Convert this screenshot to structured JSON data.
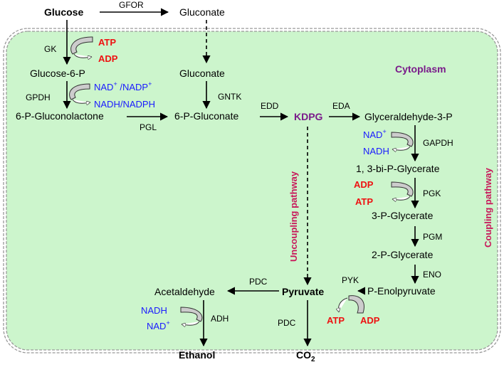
{
  "compartment": "Cytoplasm",
  "metabolites": {
    "glucose": "Glucose",
    "gluconate_out": "Gluconate",
    "gluconate_in": "Gluconate",
    "glucose6p": "Glucose-6-P",
    "gluconolactone": "6-P-Gluconolactone",
    "gluconate6p": "6-P-Gluconate",
    "kdpg": "KDPG",
    "g3p": "Glyceraldehyde-3-P",
    "bpg": "1, 3-bi-P-Glycerate",
    "pg3": "3-P-Glycerate",
    "pg2": "2-P-Glycerate",
    "pep": "P-Enolpyruvate",
    "pyruvate": "Pyruvate",
    "acetaldehyde": "Acetaldehyde",
    "ethanol": "Ethanol",
    "co2": "CO",
    "co2_sub": "2"
  },
  "enzymes": {
    "gfor": "GFOR",
    "gk": "GK",
    "gpdh": "GPDH",
    "pgl": "PGL",
    "gntk": "GNTK",
    "edd": "EDD",
    "eda": "EDA",
    "gapdh": "GAPDH",
    "pgk": "PGK",
    "pgm": "PGM",
    "eno": "ENO",
    "pyk": "PYK",
    "pdc1": "PDC",
    "pdc2": "PDC",
    "adh": "ADH"
  },
  "cofactors": {
    "gk_in": "ATP",
    "gk_out": "ADP",
    "gpdh_in_a": "NAD",
    "gpdh_in_sep": " /NADP",
    "gpdh_plus_1": "+",
    "gpdh_plus_2": "+",
    "gpdh_out": "NADH/NADPH",
    "gapdh_in": "NAD",
    "gapdh_plus": "+",
    "gapdh_out": "NADH",
    "pgk_in": "ADP",
    "pgk_out": "ATP",
    "pyk_in": "ADP",
    "pyk_out": "ATP",
    "adh_in": "NADH",
    "adh_out": "NAD",
    "adh_plus": "+"
  },
  "pathways": {
    "uncoupling": "Uncoupling pathway",
    "coupling": "Coupling pathway"
  },
  "colors": {
    "cytoplasm_fill": "#ccf5cc",
    "atp_red": "#ee1111",
    "nad_blue": "#1a1aff",
    "purple": "#7a1a8a",
    "pink": "#c8185a"
  }
}
